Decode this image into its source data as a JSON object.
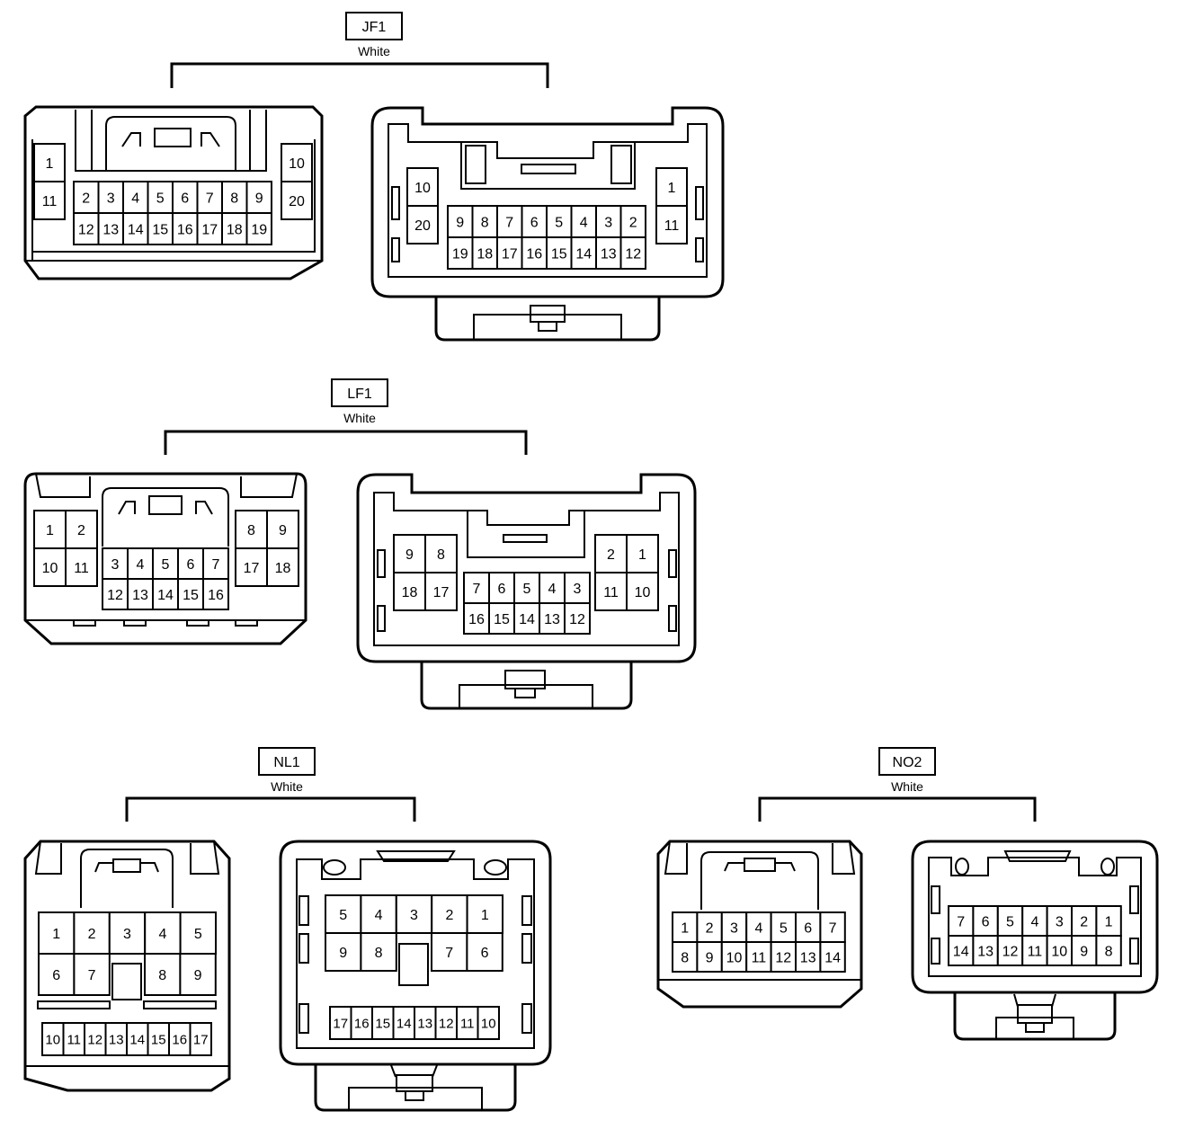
{
  "connectors": [
    {
      "id": "JF1",
      "color": "White",
      "views": [
        {
          "pins": [
            {
              "pin": "1"
            },
            {
              "pin": "11"
            },
            {
              "pin": "10"
            },
            {
              "pin": "20"
            },
            {
              "pin": "2"
            },
            {
              "pin": "3"
            },
            {
              "pin": "4"
            },
            {
              "pin": "5"
            },
            {
              "pin": "6"
            },
            {
              "pin": "7"
            },
            {
              "pin": "8"
            },
            {
              "pin": "9"
            },
            {
              "pin": "12"
            },
            {
              "pin": "13"
            },
            {
              "pin": "14"
            },
            {
              "pin": "15"
            },
            {
              "pin": "16"
            },
            {
              "pin": "17"
            },
            {
              "pin": "18"
            },
            {
              "pin": "19"
            }
          ]
        },
        {
          "pins": [
            {
              "pin": "10"
            },
            {
              "pin": "20"
            },
            {
              "pin": "1"
            },
            {
              "pin": "11"
            },
            {
              "pin": "9"
            },
            {
              "pin": "8"
            },
            {
              "pin": "7"
            },
            {
              "pin": "6"
            },
            {
              "pin": "5"
            },
            {
              "pin": "4"
            },
            {
              "pin": "3"
            },
            {
              "pin": "2"
            },
            {
              "pin": "19"
            },
            {
              "pin": "18"
            },
            {
              "pin": "17"
            },
            {
              "pin": "16"
            },
            {
              "pin": "15"
            },
            {
              "pin": "14"
            },
            {
              "pin": "13"
            },
            {
              "pin": "12"
            }
          ]
        }
      ]
    },
    {
      "id": "LF1",
      "color": "White",
      "views": [
        {
          "pins": [
            {
              "pin": "1"
            },
            {
              "pin": "2"
            },
            {
              "pin": "10"
            },
            {
              "pin": "11"
            },
            {
              "pin": "8"
            },
            {
              "pin": "9"
            },
            {
              "pin": "17"
            },
            {
              "pin": "18"
            },
            {
              "pin": "3"
            },
            {
              "pin": "4"
            },
            {
              "pin": "5"
            },
            {
              "pin": "6"
            },
            {
              "pin": "7"
            },
            {
              "pin": "12"
            },
            {
              "pin": "13"
            },
            {
              "pin": "14"
            },
            {
              "pin": "15"
            },
            {
              "pin": "16"
            }
          ]
        },
        {
          "pins": [
            {
              "pin": "9"
            },
            {
              "pin": "8"
            },
            {
              "pin": "18"
            },
            {
              "pin": "17"
            },
            {
              "pin": "2"
            },
            {
              "pin": "1"
            },
            {
              "pin": "11"
            },
            {
              "pin": "10"
            },
            {
              "pin": "7"
            },
            {
              "pin": "6"
            },
            {
              "pin": "5"
            },
            {
              "pin": "4"
            },
            {
              "pin": "3"
            },
            {
              "pin": "16"
            },
            {
              "pin": "15"
            },
            {
              "pin": "14"
            },
            {
              "pin": "13"
            },
            {
              "pin": "12"
            }
          ]
        }
      ]
    },
    {
      "id": "NL1",
      "color": "White",
      "views": [
        {
          "pins": [
            {
              "pin": "1"
            },
            {
              "pin": "2"
            },
            {
              "pin": "3"
            },
            {
              "pin": "4"
            },
            {
              "pin": "5"
            },
            {
              "pin": "6"
            },
            {
              "pin": "7"
            },
            {
              "pin": "8"
            },
            {
              "pin": "9"
            },
            {
              "pin": "10"
            },
            {
              "pin": "11"
            },
            {
              "pin": "12"
            },
            {
              "pin": "13"
            },
            {
              "pin": "14"
            },
            {
              "pin": "15"
            },
            {
              "pin": "16"
            },
            {
              "pin": "17"
            }
          ]
        },
        {
          "pins": [
            {
              "pin": "5"
            },
            {
              "pin": "4"
            },
            {
              "pin": "3"
            },
            {
              "pin": "2"
            },
            {
              "pin": "1"
            },
            {
              "pin": "9"
            },
            {
              "pin": "8"
            },
            {
              "pin": "7"
            },
            {
              "pin": "6"
            },
            {
              "pin": "17"
            },
            {
              "pin": "16"
            },
            {
              "pin": "15"
            },
            {
              "pin": "14"
            },
            {
              "pin": "13"
            },
            {
              "pin": "12"
            },
            {
              "pin": "11"
            },
            {
              "pin": "10"
            }
          ]
        }
      ]
    },
    {
      "id": "NO2",
      "color": "White",
      "views": [
        {
          "pins": [
            {
              "pin": "1"
            },
            {
              "pin": "2"
            },
            {
              "pin": "3"
            },
            {
              "pin": "4"
            },
            {
              "pin": "5"
            },
            {
              "pin": "6"
            },
            {
              "pin": "7"
            },
            {
              "pin": "8"
            },
            {
              "pin": "9"
            },
            {
              "pin": "10"
            },
            {
              "pin": "11"
            },
            {
              "pin": "12"
            },
            {
              "pin": "13"
            },
            {
              "pin": "14"
            }
          ]
        },
        {
          "pins": [
            {
              "pin": "7"
            },
            {
              "pin": "6"
            },
            {
              "pin": "5"
            },
            {
              "pin": "4"
            },
            {
              "pin": "3"
            },
            {
              "pin": "2"
            },
            {
              "pin": "1"
            },
            {
              "pin": "14"
            },
            {
              "pin": "13"
            },
            {
              "pin": "12"
            },
            {
              "pin": "11"
            },
            {
              "pin": "10"
            },
            {
              "pin": "9"
            },
            {
              "pin": "8"
            }
          ]
        }
      ]
    }
  ]
}
